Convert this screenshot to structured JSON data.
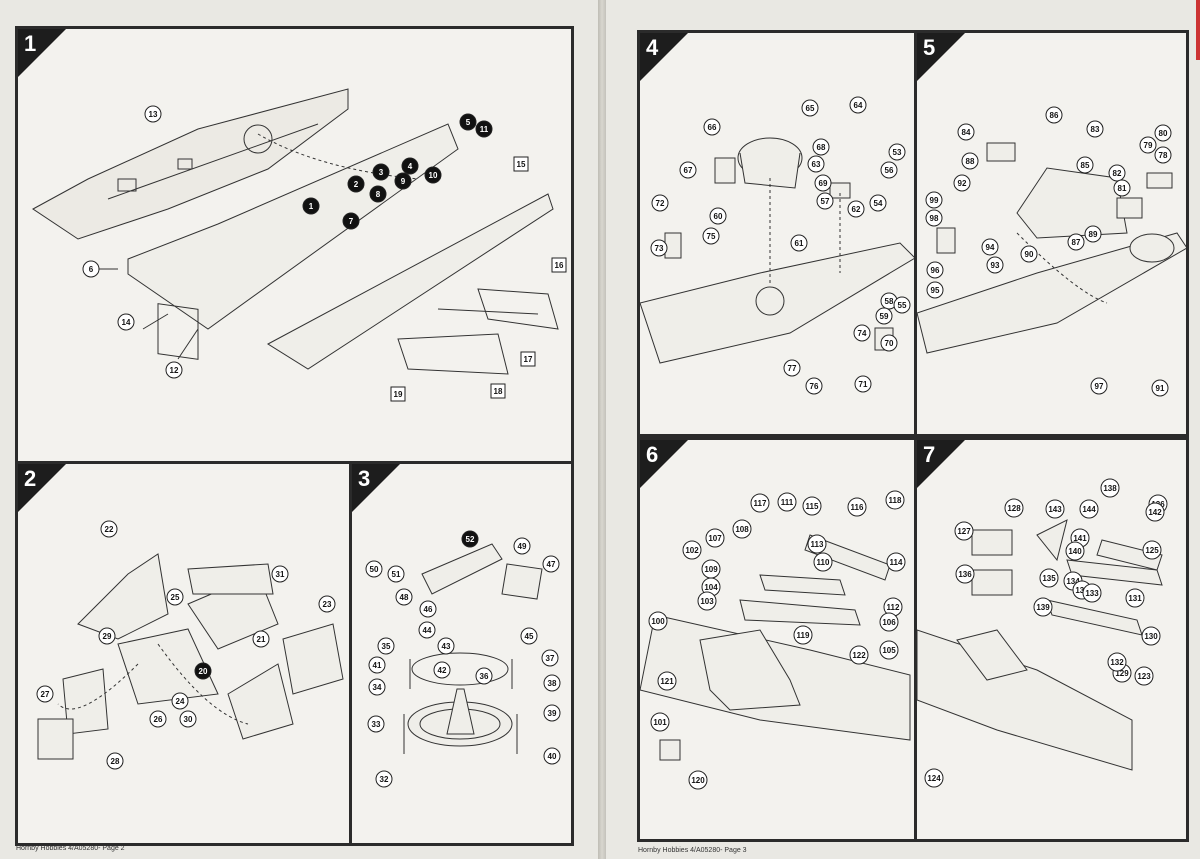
{
  "pages": [
    {
      "footer": "Hornby Hobbies 4/A05280- Page 2"
    },
    {
      "footer": "Hornby Hobbies 4/A05280- Page 3"
    }
  ],
  "steps": [
    {
      "number": "1",
      "callouts": [
        "13",
        "6",
        "14",
        "12",
        "15",
        "16",
        "17",
        "18",
        "19",
        "5",
        "11",
        "4",
        "3",
        "2",
        "1",
        "8",
        "9",
        "10",
        "7"
      ]
    },
    {
      "number": "2",
      "callouts": [
        "22",
        "31",
        "23",
        "25",
        "29",
        "21",
        "20",
        "27",
        "24",
        "26",
        "30",
        "28"
      ]
    },
    {
      "number": "3",
      "callouts": [
        "50",
        "52",
        "49",
        "51",
        "48",
        "47",
        "46",
        "45",
        "44",
        "43",
        "35",
        "42",
        "37",
        "41",
        "36",
        "38",
        "34",
        "39",
        "33",
        "40",
        "32"
      ]
    },
    {
      "number": "4",
      "callouts": [
        "65",
        "64",
        "66",
        "68",
        "63",
        "53",
        "67",
        "69",
        "56",
        "57",
        "72",
        "60",
        "62",
        "54",
        "73",
        "75",
        "61",
        "58",
        "55",
        "59",
        "74",
        "70",
        "77",
        "76",
        "71"
      ]
    },
    {
      "number": "5",
      "callouts": [
        "86",
        "83",
        "80",
        "84",
        "79",
        "78",
        "88",
        "85",
        "82",
        "92",
        "81",
        "99",
        "98",
        "94",
        "87",
        "89",
        "96",
        "93",
        "90",
        "95",
        "97",
        "91"
      ]
    },
    {
      "number": "6",
      "callouts": [
        "117",
        "111",
        "115",
        "116",
        "118",
        "108",
        "113",
        "114",
        "102",
        "107",
        "110",
        "109",
        "104",
        "112",
        "103",
        "106",
        "100",
        "119",
        "105",
        "122",
        "121",
        "101",
        "120"
      ]
    },
    {
      "number": "7",
      "callouts": [
        "128",
        "138",
        "143",
        "126",
        "127",
        "144",
        "142",
        "141",
        "140",
        "125",
        "136",
        "135",
        "134",
        "137",
        "133",
        "131",
        "139",
        "130",
        "129",
        "132",
        "123",
        "124"
      ]
    }
  ]
}
